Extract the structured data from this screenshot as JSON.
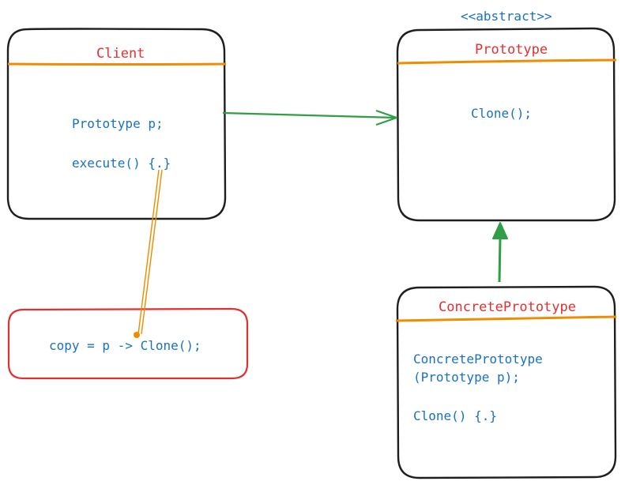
{
  "colors": {
    "box_stroke": "#1e1e1e",
    "divider": "#f08c00",
    "title": "#e03131",
    "code": "#1971c2",
    "association": "#2f9e44",
    "note_stroke": "#e03131",
    "note_link": "#f08c00"
  },
  "client": {
    "title": "Client",
    "field": "Prototype p;",
    "method": "execute() {.}"
  },
  "prototype": {
    "stereotype": "<<abstract>>",
    "title": "Prototype",
    "method": "Clone();"
  },
  "concrete": {
    "title": "ConcretePrototype",
    "ctor_line1": "ConcretePrototype",
    "ctor_line2": "(Prototype p);",
    "method": "Clone() {.}"
  },
  "note": {
    "text": "copy = p -> Clone();"
  },
  "connectors": {
    "client_to_prototype": "association",
    "concrete_to_prototype": "inheritance",
    "note_to_execute": "note-link"
  }
}
